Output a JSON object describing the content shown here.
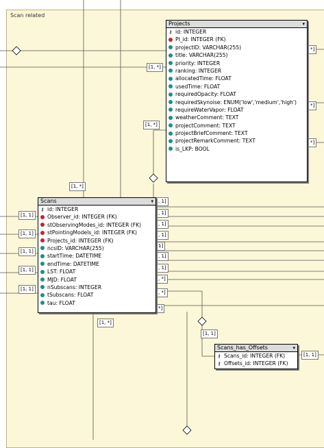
{
  "region": {
    "label": "Scan related"
  },
  "tables": {
    "projects": {
      "title": "Projects",
      "columns": [
        {
          "icon": "key",
          "name": "id: INTEGER"
        },
        {
          "icon": "red",
          "name": "PI_id: INTEGER (FK)"
        },
        {
          "icon": "teal",
          "name": "projectID: VARCHAR(255)"
        },
        {
          "icon": "teal",
          "name": "title: VARCHAR(255)"
        },
        {
          "icon": "teal",
          "name": "priority: INTEGER"
        },
        {
          "icon": "teal",
          "name": "ranking: INTEGER"
        },
        {
          "icon": "teal",
          "name": "allocatedTime: FLOAT"
        },
        {
          "icon": "teal",
          "name": "usedTime: FLOAT"
        },
        {
          "icon": "teal",
          "name": "requiredOpacity: FLOAT"
        },
        {
          "icon": "teal",
          "name": "requiredSkynoise: ENUM('low','medium','high')"
        },
        {
          "icon": "teal",
          "name": "requireWaterVapor: FLOAT"
        },
        {
          "icon": "teal",
          "name": "weatherComment: TEXT"
        },
        {
          "icon": "teal",
          "name": "projectComment: TEXT"
        },
        {
          "icon": "teal",
          "name": "projectBriefComment: TEXT"
        },
        {
          "icon": "teal",
          "name": "projectRemarkComment: TEXT"
        },
        {
          "icon": "teal",
          "name": "is_LKP: BOOL"
        }
      ]
    },
    "scans": {
      "title": "Scans",
      "columns": [
        {
          "icon": "key",
          "name": "id: INTEGER"
        },
        {
          "icon": "red",
          "name": "Observer_id: INTEGER (FK)"
        },
        {
          "icon": "red",
          "name": "stObservingModes_id: INTEGER (FK)"
        },
        {
          "icon": "red",
          "name": "stPointingModels_id: INTEGER (FK)"
        },
        {
          "icon": "red",
          "name": "Projects_id: INTEGER (FK)"
        },
        {
          "icon": "teal",
          "name": "ncsID: VARCHAR(255)"
        },
        {
          "icon": "teal",
          "name": "startTime: DATETIME"
        },
        {
          "icon": "teal",
          "name": "endTime: DATETIME"
        },
        {
          "icon": "teal",
          "name": "LST: FLOAT"
        },
        {
          "icon": "teal",
          "name": "MJD: FLOAT"
        },
        {
          "icon": "teal",
          "name": "nSubscans: INTEGER"
        },
        {
          "icon": "teal",
          "name": "tSubscans: FLOAT"
        },
        {
          "icon": "teal",
          "name": "tau: FLOAT"
        }
      ]
    },
    "offsets": {
      "title": "Scans_has_Offsets",
      "columns": [
        {
          "icon": "key",
          "name": "Scans_id: INTEGER (FK)"
        },
        {
          "icon": "key",
          "name": "Offsets_id: INTEGER (FK)"
        }
      ]
    }
  },
  "cards": {
    "one_many": "[1, *]",
    "one_one": "[1, 1]",
    "many": ", *]",
    "one": ", 1]",
    "close_one": "1]",
    "close_many": "*]"
  }
}
